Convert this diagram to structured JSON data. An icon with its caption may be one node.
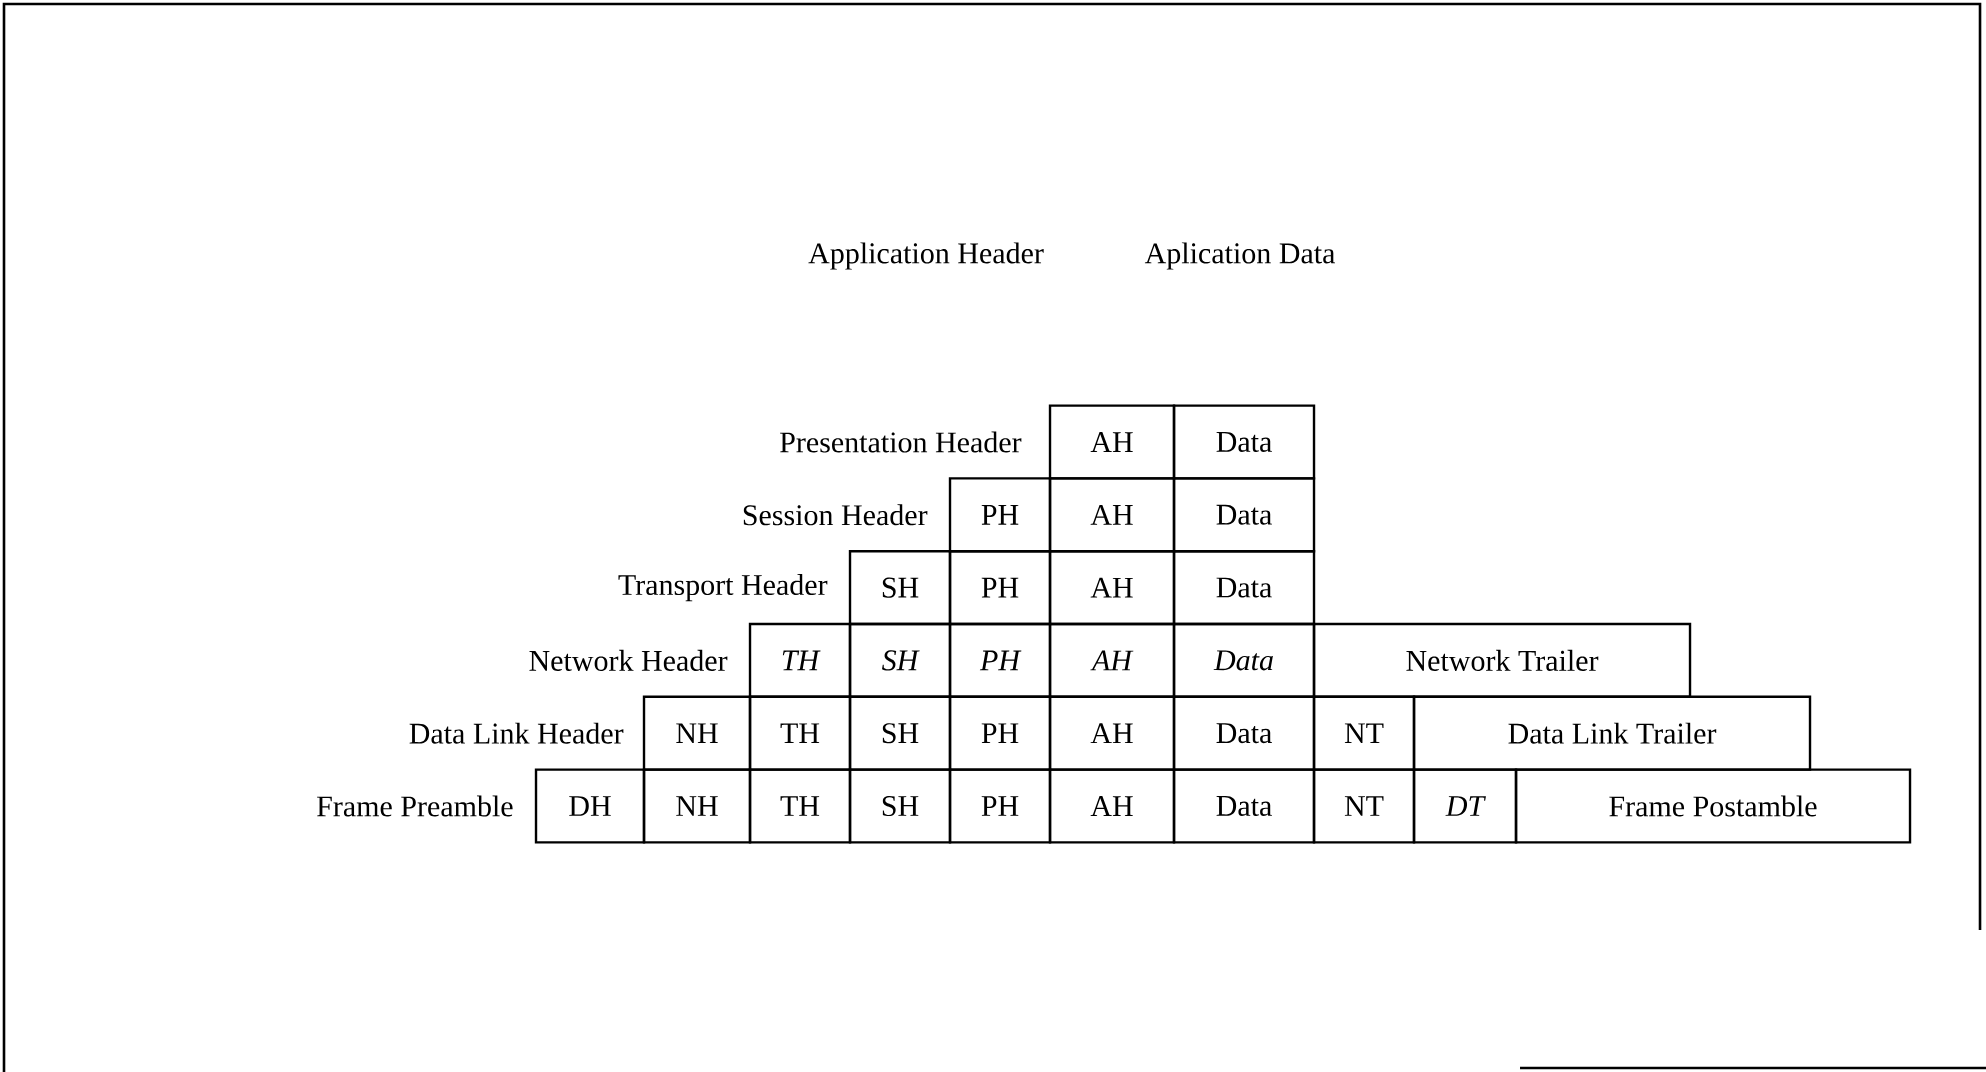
{
  "diagram": {
    "nodes": [
      {
        "text": [
          "AH"
        ]
      },
      {
        "text": [
          "Data"
        ]
      },
      {
        "text": [
          "PH"
        ]
      },
      {
        "text": [
          "AH"
        ]
      },
      {
        "text": [
          "Data"
        ]
      },
      {
        "text": [
          "SH"
        ]
      },
      {
        "text": [
          "PH"
        ]
      },
      {
        "text": [
          "AH"
        ]
      },
      {
        "text": [
          "Data"
        ]
      },
      {
        "text": [
          "TH"
        ]
      },
      {
        "text": [
          "SH"
        ]
      },
      {
        "text": [
          "PH"
        ]
      },
      {
        "text": [
          "AH"
        ]
      },
      {
        "text": [
          "Data"
        ]
      },
      {
        "text": [
          "Network Trailer"
        ]
      },
      {
        "text": [
          "NH"
        ]
      },
      {
        "text": [
          "TH"
        ]
      },
      {
        "text": [
          "SH"
        ]
      },
      {
        "text": [
          "PH"
        ]
      },
      {
        "text": [
          "AH"
        ]
      },
      {
        "text": [
          "Data"
        ]
      },
      {
        "text": [
          "NT"
        ]
      },
      {
        "text": [
          "Data Link Trailer"
        ]
      },
      {
        "text": [
          "DH"
        ]
      },
      {
        "text": [
          "NH"
        ]
      },
      {
        "text": [
          "TH"
        ]
      },
      {
        "text": [
          "SH"
        ]
      },
      {
        "text": [
          "PH"
        ]
      },
      {
        "text": [
          "AH"
        ]
      },
      {
        "text": [
          "Data"
        ]
      },
      {
        "text": [
          "NT"
        ]
      },
      {
        "text": [
          "DT"
        ]
      },
      {
        "text": [
          "Frame Postamble"
        ]
      }
    ],
    "labels": [
      "Application Header",
      "Aplication Data",
      "Presentation Header",
      "Session Header",
      "Transport Header",
      "Network Header",
      "Data Link Header",
      "Frame Preamble"
    ]
  }
}
